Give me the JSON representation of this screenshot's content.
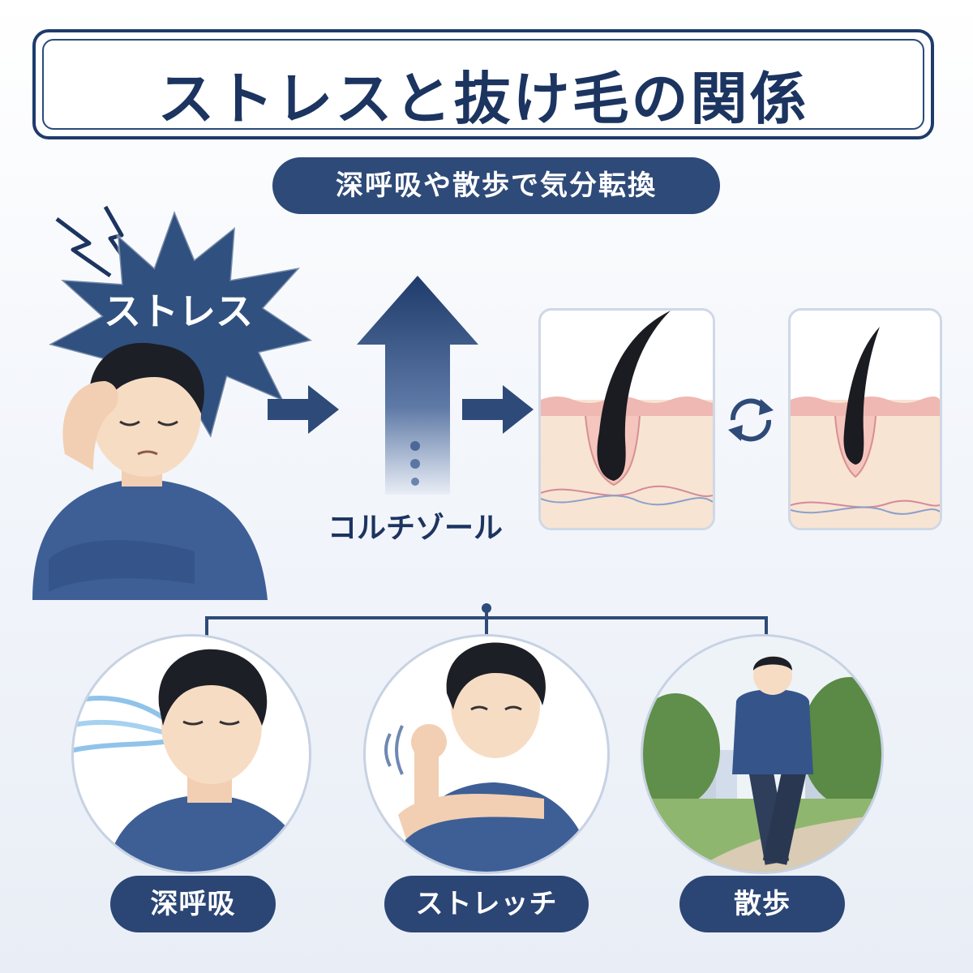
{
  "title": "ストレスと抜け毛の関係",
  "subtitle": "深呼吸や散歩で気分転換",
  "stress_label": "ストレス",
  "cortisol_label": "コルチゾール",
  "actions": [
    {
      "label": "深呼吸"
    },
    {
      "label": "ストレッチ"
    },
    {
      "label": "散歩"
    }
  ],
  "colors": {
    "navy": "#1c3460",
    "pill": "#2b4675",
    "skin": "#f7dcc4",
    "shirt": "#3e5f96"
  }
}
